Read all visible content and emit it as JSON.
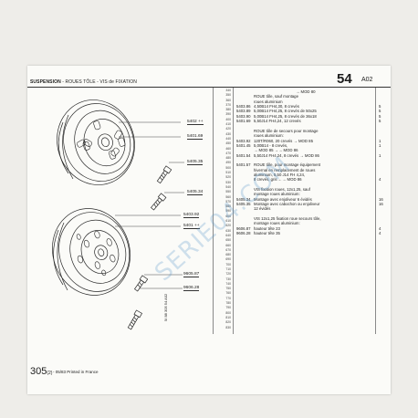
{
  "header": {
    "page_number": "54",
    "page_sub": "A02",
    "section_main": "SUSPENSION",
    "section_sub": " - ROUES TÔLE - VIS de FIXATION"
  },
  "footer": {
    "model": "305",
    "suffix": "(2)",
    "printed": "- 05/83 Printed in France",
    "side_code": "5/ 88 305 54 A02"
  },
  "watermark": "SERIE04.COM",
  "ref_numbers": [
    "340",
    "350",
    "360",
    "370",
    "380",
    "390",
    "400",
    "410",
    "420",
    "430",
    "440",
    "450",
    "460",
    "470",
    "480",
    "490",
    "500",
    "510",
    "520",
    "530",
    "540",
    "550",
    "560",
    "570",
    "580",
    "590",
    "600",
    "610",
    "620",
    "630",
    "640",
    "650",
    "660",
    "670",
    "680",
    "690",
    "700",
    "710",
    "720",
    "730",
    "740",
    "750",
    "760",
    "770",
    "780",
    "790",
    "800",
    "810",
    "820",
    "830"
  ],
  "callouts": [
    {
      "id": "5402",
      "label": "5402 ++"
    },
    {
      "id": "5401-69",
      "label": "5401.69"
    },
    {
      "id": "5405-35",
      "label": "5405.35"
    },
    {
      "id": "5405-34",
      "label": "5405.34"
    },
    {
      "id": "5403-92",
      "label": "5403.92"
    },
    {
      "id": "5401-pp",
      "label": "5401 ++"
    },
    {
      "id": "9605-87",
      "label": "9605.87"
    },
    {
      "id": "9606-28",
      "label": "9606.28"
    }
  ],
  "entries": [
    {
      "code": "",
      "desc": "",
      "qty": "",
      "arrow": "→ MOD 80"
    },
    {
      "code": "",
      "desc": "ROUE tôle, sauf montage",
      "qty": ""
    },
    {
      "code": "",
      "desc": "roues aluminium",
      "qty": ""
    },
    {
      "code": "5403.86",
      "desc": "4,50B14 FH4,30, 8 crevés",
      "qty": "5"
    },
    {
      "code": "5403.89",
      "desc": "5,00B14 FH4,25, 8 crevés de 50x25",
      "qty": "5"
    },
    {
      "code": "5403.90",
      "desc": "5,00B14 FH4,25, 8 crevés de 36x18",
      "qty": "5"
    },
    {
      "code": "5401.69",
      "desc": "5,50J14 FH4,24, 12 crevés",
      "qty": "5"
    },
    {
      "code": "",
      "desc": "",
      "qty": ""
    },
    {
      "code": "",
      "desc": "ROUE tôle de secours pour montage",
      "qty": ""
    },
    {
      "code": "",
      "desc": "roues aluminium:",
      "qty": ""
    },
    {
      "code": "5403.92",
      "desc": "120T/R060, 20 crevés → MOD 85",
      "qty": "1"
    },
    {
      "code": "5401.45",
      "desc": "5,00B14 - 8 crevés,",
      "qty": "1"
    },
    {
      "code": "",
      "desc": "→ MOD 85 →→ MOD 86",
      "qty": ""
    },
    {
      "code": "5401.54",
      "desc": "5,50J14 FH4,24, 8 crevés → MOD 86",
      "qty": "1"
    },
    {
      "code": "",
      "desc": "",
      "qty": ""
    },
    {
      "code": "5401.57",
      "desc": "ROUE tôle, pour montage équipement",
      "qty": ""
    },
    {
      "code": "",
      "desc": "hivernal en remplacement de roues",
      "qty": ""
    },
    {
      "code": "",
      "desc": "aluminium, 5,50 J14 FH 4,24,",
      "qty": ""
    },
    {
      "code": "",
      "desc": "8 crevés, gris ←→ MOD 86",
      "qty": "4"
    },
    {
      "code": "",
      "desc": "",
      "qty": ""
    },
    {
      "code": "",
      "desc": "VIS fixation roues, 12x1,25, sauf",
      "qty": ""
    },
    {
      "code": "",
      "desc": "montage roues aluminium:",
      "qty": ""
    },
    {
      "code": "5405.34",
      "desc": "Montage avec enjoliveur 6 évidés",
      "qty": "16"
    },
    {
      "code": "5405.35",
      "desc": "Montage avec cabochon ou enjoliveur",
      "qty": "16"
    },
    {
      "code": "",
      "desc": "12 évidés",
      "qty": ""
    },
    {
      "code": "",
      "desc": "",
      "qty": ""
    },
    {
      "code": "",
      "desc": "VIS 12x1,25 fixation roue secours tôle,",
      "qty": ""
    },
    {
      "code": "",
      "desc": "montage roues aluminium:",
      "qty": ""
    },
    {
      "code": "9606.87",
      "desc": "hauteur tête 23",
      "qty": "4"
    },
    {
      "code": "9606.28",
      "desc": "hauteur tête 35",
      "qty": "4"
    }
  ]
}
